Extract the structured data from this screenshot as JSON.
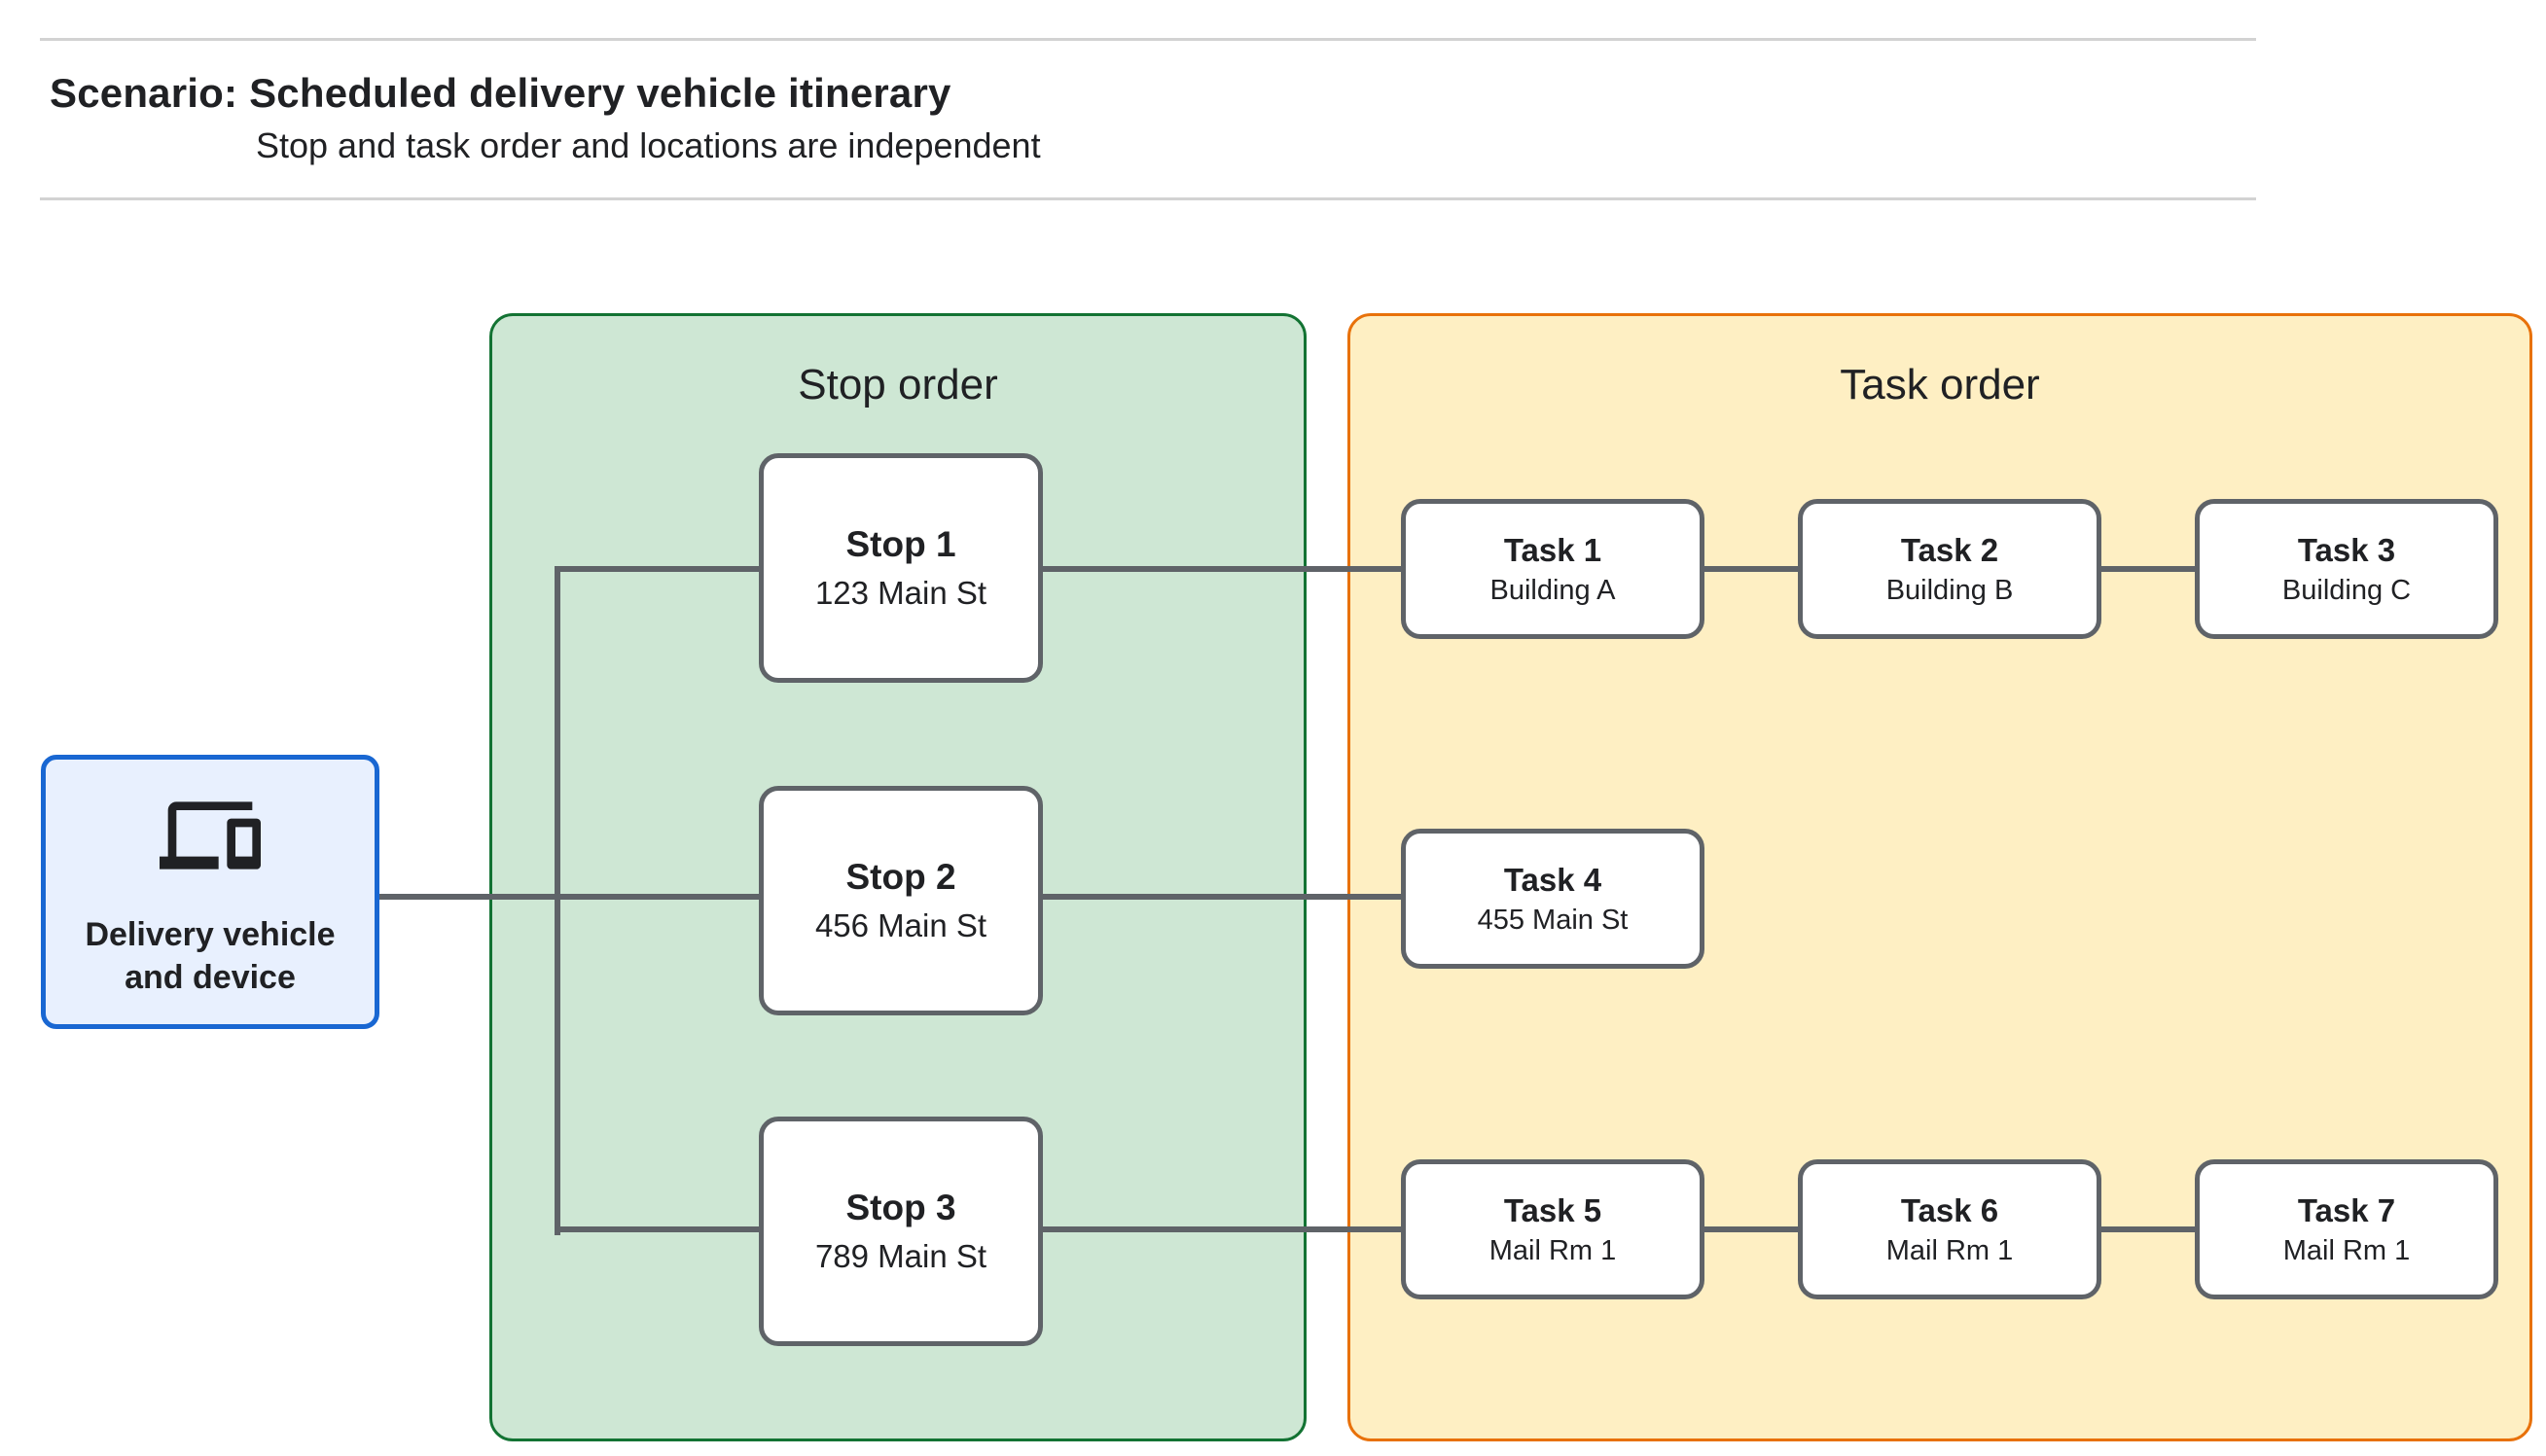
{
  "header": {
    "title": "Scenario: Scheduled delivery vehicle itinerary",
    "subtitle": "Stop and task order and locations are independent"
  },
  "delivery_node": {
    "label": "Delivery vehicle and device",
    "icon": "devices-icon"
  },
  "stop_panel": {
    "title": "Stop order",
    "stops": [
      {
        "title": "Stop 1",
        "location": "123 Main St"
      },
      {
        "title": "Stop 2",
        "location": "456 Main St"
      },
      {
        "title": "Stop 3",
        "location": "789 Main St"
      }
    ]
  },
  "task_panel": {
    "title": "Task order",
    "tasks": [
      {
        "title": "Task 1",
        "location": "Building A"
      },
      {
        "title": "Task 2",
        "location": "Building B"
      },
      {
        "title": "Task 3",
        "location": "Building C"
      },
      {
        "title": "Task 4",
        "location": "455 Main St"
      },
      {
        "title": "Task 5",
        "location": "Mail Rm 1"
      },
      {
        "title": "Task 6",
        "location": "Mail Rm 1"
      },
      {
        "title": "Task 7",
        "location": "Mail Rm 1"
      }
    ]
  },
  "colors": {
    "stop-panel-fill": "#CEE7D4",
    "stop-panel-border": "#137333",
    "task-panel-fill": "#FEEFC3",
    "task-panel-border": "#E8710A",
    "delivery-fill": "#E8F0FE",
    "delivery-border": "#1967D2",
    "node-border": "#5F6368",
    "connector": "#5F6368",
    "text": "#202124",
    "divider": "#D2D2D2"
  }
}
